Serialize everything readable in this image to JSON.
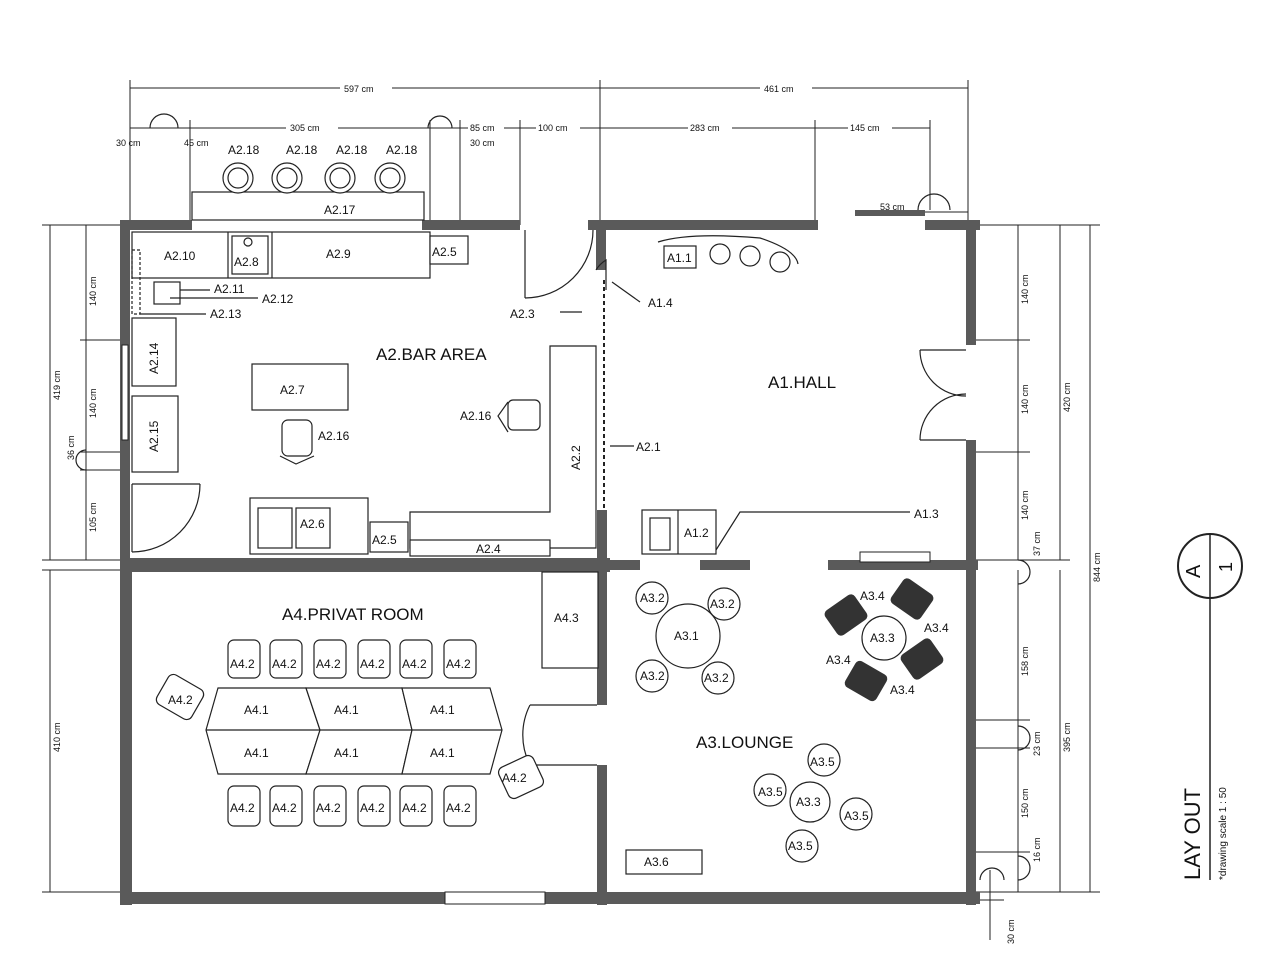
{
  "rooms": {
    "bar": "A2.BAR AREA",
    "hall": "A1.HALL",
    "private": "A4.PRIVAT ROOM",
    "lounge": "A3.LOUNGE"
  },
  "dims": {
    "top_left": "597 cm",
    "top_right": "461 cm",
    "d305": "305 cm",
    "d30a": "30 cm",
    "d45": "45 cm",
    "d85": "85 cm",
    "d30b": "30 cm",
    "d100": "100 cm",
    "d283": "283 cm",
    "d145": "145 cm",
    "d53": "53 cm",
    "l419": "419 cm",
    "l140a": "140 cm",
    "l140b": "140 cm",
    "l36": "36 cm",
    "l105": "105 cm",
    "l410": "410 cm",
    "r140a": "140 cm",
    "r140b": "140 cm",
    "r140c": "140 cm",
    "r37": "37 cm",
    "r420": "420 cm",
    "r844": "844 cm",
    "r158": "158 cm",
    "r395": "395 cm",
    "r23": "23 cm",
    "r150": "150 cm",
    "r16": "16 cm",
    "b30": "30 cm"
  },
  "tags": {
    "a218": "A2.18",
    "a217": "A2.17",
    "a210": "A2.10",
    "a28": "A2.8",
    "a29": "A2.9",
    "a25": "A2.5",
    "a211": "A2.11",
    "a212": "A2.12",
    "a213": "A2.13",
    "a214": "A2.14",
    "a215": "A2.15",
    "a27": "A2.7",
    "a216": "A2.16",
    "a22": "A2.2",
    "a21": "A2.1",
    "a23": "A2.3",
    "a26": "A2.6",
    "a24": "A2.4",
    "a11": "A1.1",
    "a14": "A1.4",
    "a12": "A1.2",
    "a13": "A1.3",
    "a43": "A4.3",
    "a42": "A4.2",
    "a41": "A4.1",
    "a31": "A3.1",
    "a32": "A3.2",
    "a33": "A3.3",
    "a34": "A3.4",
    "a35": "A3.5",
    "a36": "A3.6"
  },
  "title": {
    "circle_letter": "A",
    "circle_number": "1",
    "main": "LAY OUT",
    "scale": "*drawing scale 1 : 50"
  }
}
